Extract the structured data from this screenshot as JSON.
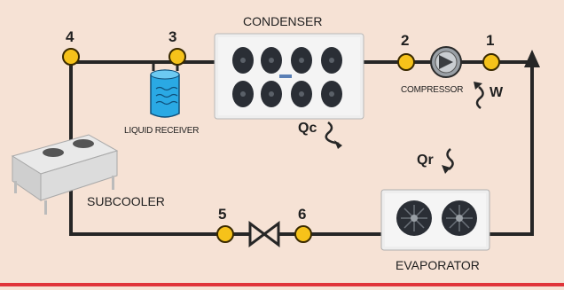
{
  "components": {
    "condenser": "CONDENSER",
    "compressor": "COMPRESSOR",
    "liquid_receiver": "LIQUID RECEIVER",
    "subcooler": "SUBCOOLER",
    "evaporator": "EVAPORATOR"
  },
  "state_points": {
    "p1": "1",
    "p2": "2",
    "p3": "3",
    "p4": "4",
    "p5": "5",
    "p6": "6"
  },
  "energy": {
    "qc": "Qc",
    "qr": "Qr",
    "w": "W"
  },
  "colors": {
    "background": "#f6e2d5",
    "pipe": "#262626",
    "node_fill": "#f6c21a",
    "receiver": "#2aa9e4",
    "accent_rule": "#e0343a"
  }
}
